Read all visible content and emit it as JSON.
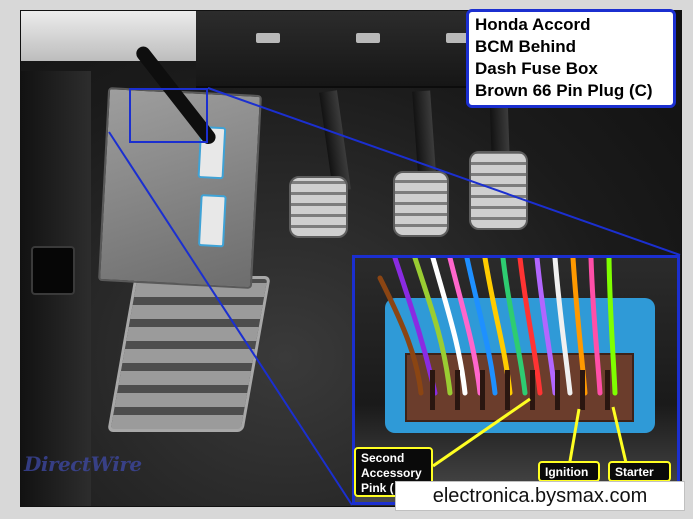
{
  "title_box": {
    "lines": [
      "Honda Accord",
      "BCM Behind",
      "Dash Fuse Box",
      "Brown 66 Pin Plug (C)"
    ]
  },
  "labels": {
    "second_accessory": "Second\nAccessory\nPink (",
    "ignition": "Ignition",
    "starter": "Starter"
  },
  "watermark": "DirectWire",
  "site": "electronica.bysmax.com",
  "colors": {
    "outline_blue": "#1b2fd0",
    "callout_yellow": "#ffff22",
    "connector_blue": "#2f9ad7",
    "plug_brown": "#6b3d2c"
  }
}
